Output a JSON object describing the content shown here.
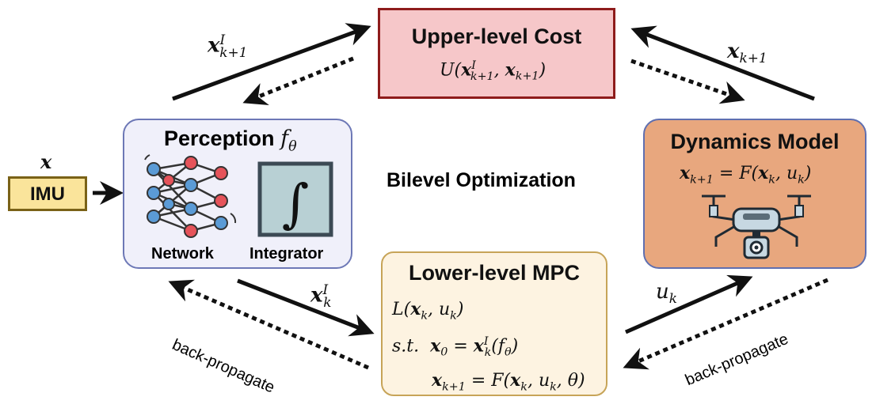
{
  "upper": {
    "title": "Upper-level Cost"
  },
  "perception": {
    "title": "Perception",
    "network_label": "Network",
    "integrator_label": "Integrator"
  },
  "dynamics": {
    "title": "Dynamics Model"
  },
  "mpc": {
    "title": "Lower-level MPC",
    "st": "s.t."
  },
  "imu": {
    "label": "IMU"
  },
  "center": {
    "label": "Bilevel Optimization"
  },
  "arrows": {
    "backprop_left": "back-propagate",
    "backprop_right": "back-propagate"
  },
  "colors": {
    "upper_fill": "#f6c7c9",
    "upper_border": "#8e1b1b",
    "perception_fill": "#f0f0fa",
    "perception_border": "#6d78b6",
    "dynamics_fill": "#e8a77e",
    "mpc_fill": "#fdf3e1",
    "mpc_border": "#c7a458",
    "imu_fill": "#fae49b",
    "imu_border": "#7a6217",
    "node_red": "#e5535a",
    "node_blue": "#5b9bd6",
    "integrator_fill": "#b8d0d4"
  },
  "icons": {
    "network": "neural-network-icon",
    "integrator": "integral-icon",
    "drone": "drone-icon"
  }
}
